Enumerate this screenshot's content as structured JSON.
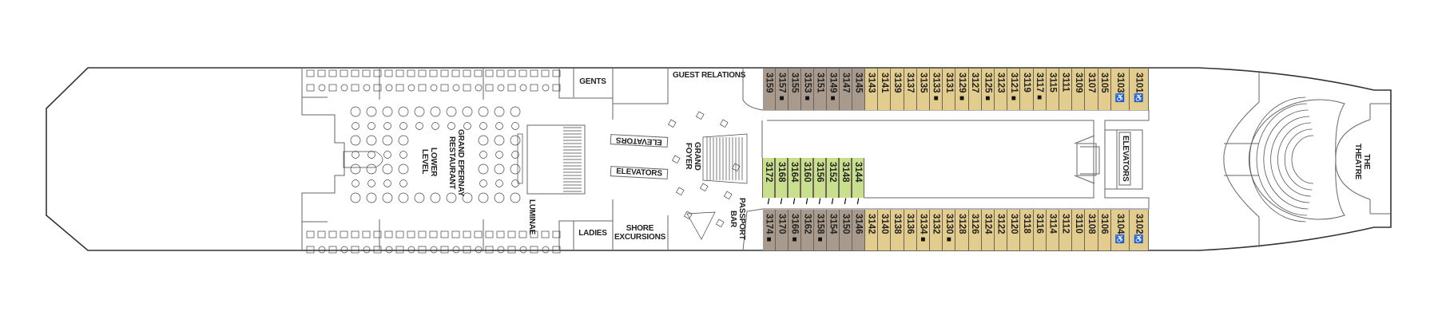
{
  "colors": {
    "inside_cabin": "#a89b8d",
    "oceanview_cabin": "#e3cd8e",
    "balcony_cabin": "#c8e08e",
    "outline": "#333333"
  },
  "labels": {
    "guest_relations": "GUEST RELATIONS",
    "gents": "GENTS",
    "ladies": "LADIES",
    "shore_excursions_1": "SHORE",
    "shore_excursions_2": "EXCURSIONS",
    "grand_foyer_1": "GRAND",
    "grand_foyer_2": "FOYER",
    "passport_bar_1": "PASSPORT",
    "passport_bar_2": "BAR",
    "elevators_aft_upper": "ELEVATORS",
    "elevators_aft_lower": "ELEVATORS",
    "elevators_fwd": "ELEVATORS",
    "restaurant_1": "GRAND EPERNAY",
    "restaurant_2": "RESTAURANT",
    "lower_level_1": "LOWER",
    "lower_level_2": "LEVEL",
    "luminae": "LUMINAE",
    "theatre_1": "THE",
    "theatre_2": "THEATRE"
  },
  "cabins": {
    "top": [
      {
        "n": "3159",
        "t": "brown",
        "m": ""
      },
      {
        "n": "3157",
        "t": "brown",
        "m": "square"
      },
      {
        "n": "3155",
        "t": "brown",
        "m": ""
      },
      {
        "n": "3153",
        "t": "brown",
        "m": "square"
      },
      {
        "n": "3151",
        "t": "brown",
        "m": ""
      },
      {
        "n": "3149",
        "t": "brown",
        "m": "square"
      },
      {
        "n": "3147",
        "t": "brown",
        "m": ""
      },
      {
        "n": "3145",
        "t": "brown",
        "m": ""
      },
      {
        "n": "3143",
        "t": "tan",
        "m": ""
      },
      {
        "n": "3141",
        "t": "tan",
        "m": ""
      },
      {
        "n": "3139",
        "t": "tan",
        "m": ""
      },
      {
        "n": "3137",
        "t": "tan",
        "m": ""
      },
      {
        "n": "3135",
        "t": "tan",
        "m": ""
      },
      {
        "n": "3133",
        "t": "tan",
        "m": "square"
      },
      {
        "n": "3131",
        "t": "tan",
        "m": ""
      },
      {
        "n": "3129",
        "t": "tan",
        "m": "square"
      },
      {
        "n": "3127",
        "t": "tan",
        "m": ""
      },
      {
        "n": "3125",
        "t": "tan",
        "m": "square"
      },
      {
        "n": "3123",
        "t": "tan",
        "m": ""
      },
      {
        "n": "3121",
        "t": "tan",
        "m": "square"
      },
      {
        "n": "3119",
        "t": "tan",
        "m": ""
      },
      {
        "n": "3117",
        "t": "tan",
        "m": "square"
      },
      {
        "n": "3115",
        "t": "tan",
        "m": ""
      },
      {
        "n": "3111",
        "t": "tan",
        "m": ""
      },
      {
        "n": "3109",
        "t": "tan",
        "m": ""
      },
      {
        "n": "3107",
        "t": "tan",
        "m": ""
      },
      {
        "n": "3105",
        "t": "tan",
        "m": ""
      },
      {
        "n": "3103",
        "t": "tan",
        "m": "accessible"
      },
      {
        "n": "3101",
        "t": "tan",
        "m": "accessible"
      }
    ],
    "bottom": [
      {
        "n": "3174",
        "t": "brown",
        "m": "square"
      },
      {
        "n": "3170",
        "t": "brown",
        "m": ""
      },
      {
        "n": "3166",
        "t": "brown",
        "m": "square"
      },
      {
        "n": "3162",
        "t": "brown",
        "m": ""
      },
      {
        "n": "3158",
        "t": "brown",
        "m": "square"
      },
      {
        "n": "3154",
        "t": "brown",
        "m": ""
      },
      {
        "n": "3150",
        "t": "brown",
        "m": ""
      },
      {
        "n": "3146",
        "t": "brown",
        "m": ""
      },
      {
        "n": "3142",
        "t": "tan",
        "m": ""
      },
      {
        "n": "3140",
        "t": "tan",
        "m": ""
      },
      {
        "n": "3138",
        "t": "tan",
        "m": ""
      },
      {
        "n": "3136",
        "t": "tan",
        "m": ""
      },
      {
        "n": "3134",
        "t": "tan",
        "m": "square"
      },
      {
        "n": "3132",
        "t": "tan",
        "m": ""
      },
      {
        "n": "3130",
        "t": "tan",
        "m": "square"
      },
      {
        "n": "3128",
        "t": "tan",
        "m": ""
      },
      {
        "n": "3126",
        "t": "tan",
        "m": ""
      },
      {
        "n": "3124",
        "t": "tan",
        "m": ""
      },
      {
        "n": "3122",
        "t": "tan",
        "m": ""
      },
      {
        "n": "3120",
        "t": "tan",
        "m": ""
      },
      {
        "n": "3118",
        "t": "tan",
        "m": ""
      },
      {
        "n": "3116",
        "t": "tan",
        "m": ""
      },
      {
        "n": "3114",
        "t": "tan",
        "m": ""
      },
      {
        "n": "3112",
        "t": "tan",
        "m": ""
      },
      {
        "n": "3110",
        "t": "tan",
        "m": ""
      },
      {
        "n": "3108",
        "t": "tan",
        "m": ""
      },
      {
        "n": "3106",
        "t": "tan",
        "m": ""
      },
      {
        "n": "3104",
        "t": "tan",
        "m": "accessible"
      },
      {
        "n": "3102",
        "t": "tan",
        "m": "accessible"
      }
    ],
    "middle": [
      {
        "n": "3172",
        "t": "green",
        "m": ""
      },
      {
        "n": "3168",
        "t": "green",
        "m": ""
      },
      {
        "n": "3164",
        "t": "green",
        "m": ""
      },
      {
        "n": "3160",
        "t": "green",
        "m": ""
      },
      {
        "n": "3156",
        "t": "green",
        "m": ""
      },
      {
        "n": "3152",
        "t": "green",
        "m": ""
      },
      {
        "n": "3148",
        "t": "green",
        "m": ""
      },
      {
        "n": "3144",
        "t": "green",
        "m": ""
      }
    ]
  }
}
